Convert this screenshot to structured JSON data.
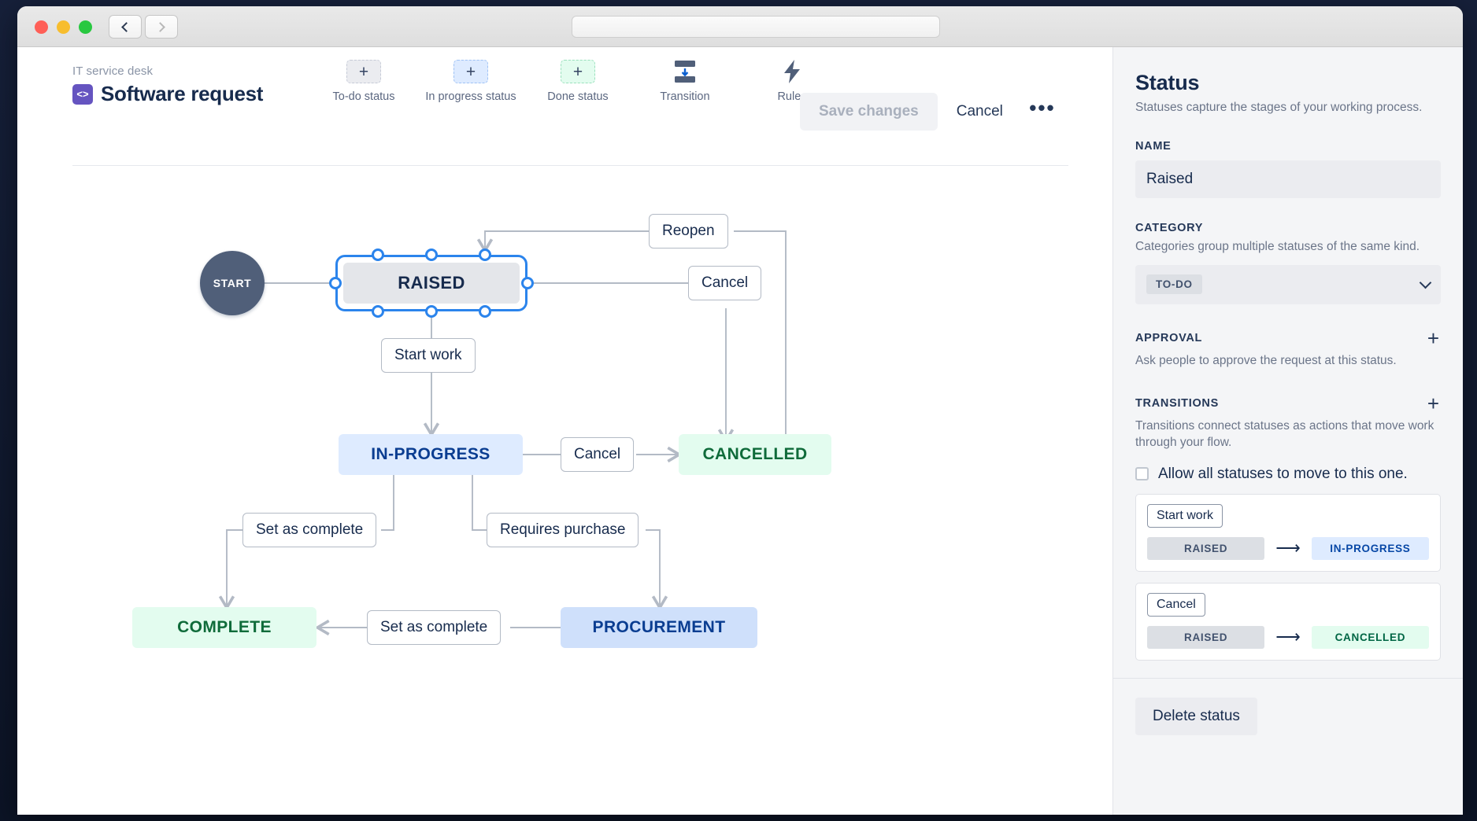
{
  "window": {
    "traffic_lights": [
      "close",
      "minimize",
      "maximize"
    ],
    "url_value": "",
    "url_placeholder": ""
  },
  "header": {
    "breadcrumb": "IT service desk",
    "project_icon": "<>",
    "title": "Software request"
  },
  "toolbar": {
    "tools": [
      {
        "icon": "plus-icon",
        "label": "To-do status",
        "variant": "todo"
      },
      {
        "icon": "plus-icon",
        "label": "In progress status",
        "variant": "progress"
      },
      {
        "icon": "plus-icon",
        "label": "Done status",
        "variant": "done"
      },
      {
        "icon": "transition-icon",
        "label": "Transition",
        "variant": "glyph"
      },
      {
        "icon": "rules-lightning-icon",
        "label": "Rules",
        "variant": "glyph"
      }
    ],
    "save_label": "Save changes",
    "save_disabled": true,
    "cancel_label": "Cancel",
    "more_label": "•••"
  },
  "workflow": {
    "nodes": [
      {
        "id": "start",
        "label": "START",
        "kind": "start"
      },
      {
        "id": "raised",
        "label": "RAISED",
        "kind": "todo",
        "selected": true
      },
      {
        "id": "in_progress",
        "label": "IN-PROGRESS",
        "kind": "in-progress"
      },
      {
        "id": "cancelled",
        "label": "CANCELLED",
        "kind": "done"
      },
      {
        "id": "complete",
        "label": "COMPLETE",
        "kind": "done"
      },
      {
        "id": "procurement",
        "label": "PROCUREMENT",
        "kind": "in-progress"
      }
    ],
    "edges": [
      {
        "label": "Reopen",
        "from": "cancelled",
        "to": "raised"
      },
      {
        "label": "Cancel",
        "from": "raised",
        "to": "cancelled"
      },
      {
        "label": "Start work",
        "from": "raised",
        "to": "in_progress"
      },
      {
        "label": "Cancel",
        "from": "in_progress",
        "to": "cancelled"
      },
      {
        "label": "Set as complete",
        "from": "in_progress",
        "to": "complete"
      },
      {
        "label": "Requires purchase",
        "from": "in_progress",
        "to": "procurement"
      },
      {
        "label": "Set as complete",
        "from": "procurement",
        "to": "complete"
      }
    ]
  },
  "panel": {
    "title": "Status",
    "subtitle": "Statuses capture the stages of your working process.",
    "name_label": "NAME",
    "name_value": "Raised",
    "category_label": "CATEGORY",
    "category_desc": "Categories group multiple statuses of the same kind.",
    "category_value": "TO-DO",
    "approval_label": "APPROVAL",
    "approval_desc": "Ask people to approve the request at this status.",
    "approval_add": "+",
    "transitions_label": "TRANSITIONS",
    "transitions_desc": "Transitions connect statuses as actions that move work through your flow.",
    "transitions_add": "+",
    "allow_all_label": "Allow all statuses to move to this one.",
    "allow_all_checked": false,
    "transitions": [
      {
        "name": "Start work",
        "from": "RAISED",
        "to": "IN-PROGRESS",
        "from_kind": "todo",
        "to_kind": "in-progress"
      },
      {
        "name": "Cancel",
        "from": "RAISED",
        "to": "CANCELLED",
        "from_kind": "todo",
        "to_kind": "done"
      }
    ],
    "delete_label": "Delete status"
  },
  "colors": {
    "todo_bg": "#dcdfe4",
    "progress_bg": "#deebff",
    "done_bg": "#e3fcef",
    "accent_blue": "#2b84ec",
    "brand_purple": "#6554c0",
    "text_dark": "#172b4d"
  }
}
